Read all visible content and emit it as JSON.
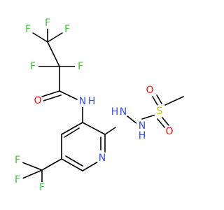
{
  "molecule": {
    "colors": {
      "carbon": "#000000",
      "fluorine": "#33cc33",
      "oxygen": "#ff0d0d",
      "nitrogen": "#3050f8",
      "sulfur": "#cccc00"
    },
    "atoms": {
      "f_top_left": "F",
      "f_top_center": "F",
      "f_top_right": "F",
      "f_mid_left": "F",
      "f_mid_right": "F",
      "o_carbonyl": "O",
      "nh_amide": "N",
      "h_amide": "H",
      "n_hydrazine_1": "N",
      "h_hydrazine_1": "H",
      "n_hydrazine_2": "N",
      "h_hydrazine_2": "H",
      "s_sulfonyl": "S",
      "o_sulfonyl_top": "O",
      "o_sulfonyl_bottom": "O",
      "n_pyridine": "N",
      "f_cf3_top": "F",
      "f_cf3_left": "F",
      "f_cf3_bottom": "F"
    }
  }
}
